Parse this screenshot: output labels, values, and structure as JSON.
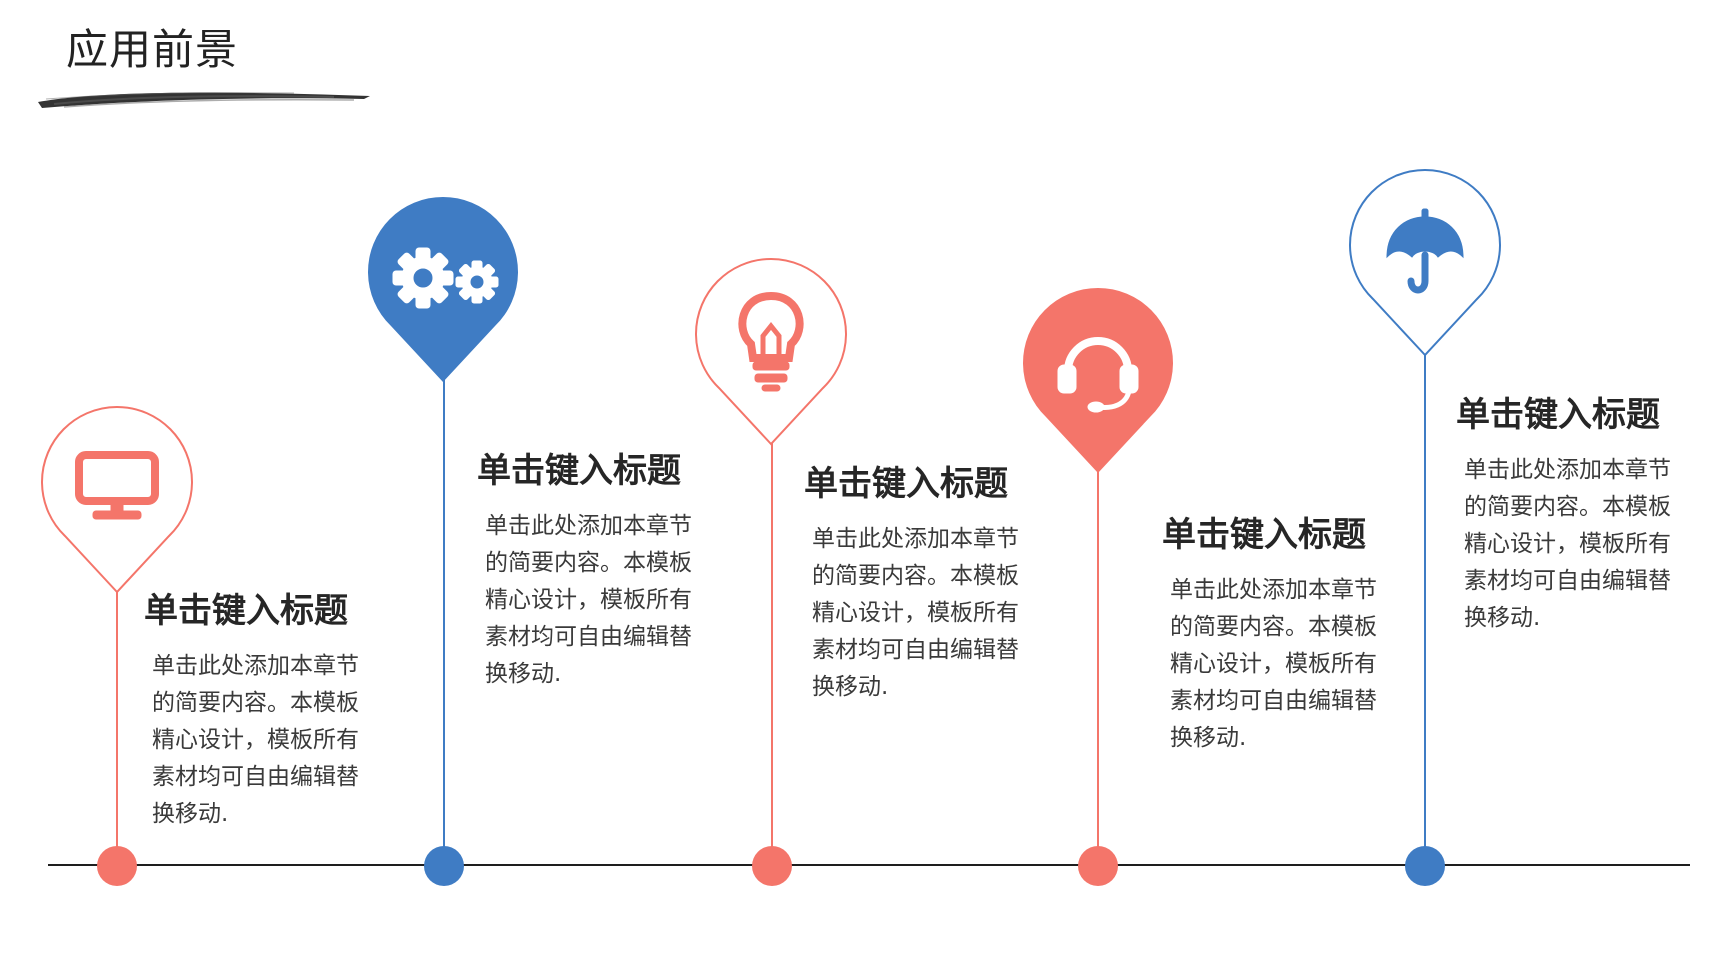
{
  "page": {
    "title": "应用前景"
  },
  "colors": {
    "coral": "#F4756A",
    "blue": "#3F7CC4",
    "line": "#1E1E1E"
  },
  "milestones": [
    {
      "icon": "monitor-icon",
      "style": "outline",
      "color": "coral",
      "title": "单击键入标题",
      "desc": "单击此处添加本章节的简要内容。本模板精心设计，模板所有素材均可自由编辑替换移动."
    },
    {
      "icon": "gears-icon",
      "style": "filled",
      "color": "blue",
      "title": "单击键入标题",
      "desc": "单击此处添加本章节的简要内容。本模板精心设计，模板所有素材均可自由编辑替换移动."
    },
    {
      "icon": "lightbulb-icon",
      "style": "outline",
      "color": "coral",
      "title": "单击键入标题",
      "desc": "单击此处添加本章节的简要内容。本模板精心设计，模板所有素材均可自由编辑替换移动."
    },
    {
      "icon": "headset-icon",
      "style": "filled",
      "color": "coral",
      "title": "单击键入标题",
      "desc": "单击此处添加本章节的简要内容。本模板精心设计，模板所有素材均可自由编辑替换移动."
    },
    {
      "icon": "umbrella-icon",
      "style": "outline",
      "color": "blue",
      "title": "单击键入标题",
      "desc": "单击此处添加本章节的简要内容。本模板精心设计，模板所有素材均可自由编辑替换移动."
    }
  ]
}
